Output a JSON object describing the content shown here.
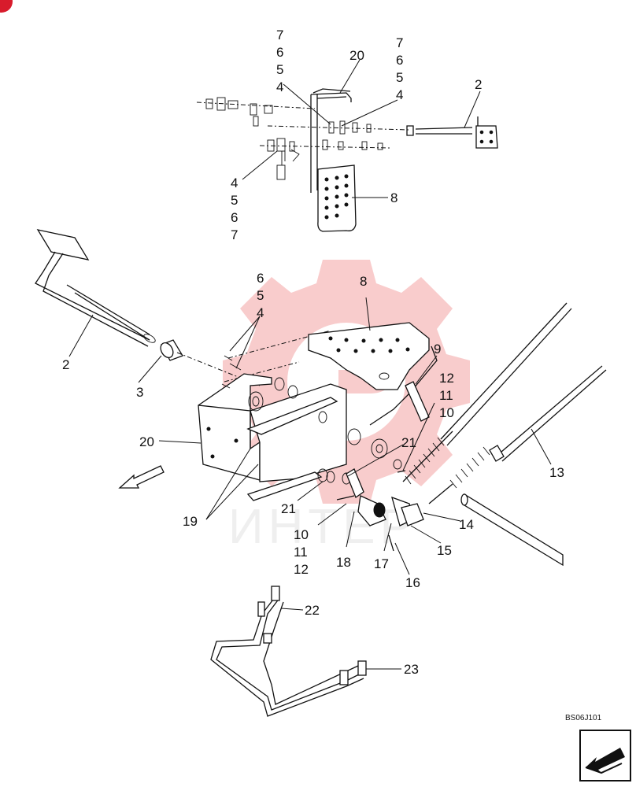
{
  "drawing_code": "BS06J101",
  "colors": {
    "watermark": "#f4a3a3",
    "ink": "#111111",
    "badge": "#d81b2c"
  },
  "icons": {
    "corner_badge": "red-dot",
    "navigation": "arrow-box-icon",
    "direction": "direction-arrow"
  },
  "callouts": {
    "top_left_7": "7",
    "top_left_6": "6",
    "top_left_5": "5",
    "top_left_4": "4",
    "top_right_7": "7",
    "top_right_6": "6",
    "top_right_5": "5",
    "top_right_4": "4",
    "top_20": "20",
    "top_2": "2",
    "top_8": "8",
    "left_4": "4",
    "left_5": "5",
    "left_6": "6",
    "left_7": "7",
    "mid_6": "6",
    "mid_5": "5",
    "mid_4": "4",
    "mid_8": "8",
    "mid_9": "9",
    "pedal_2": "2",
    "bushing_3": "3",
    "bracket_20": "20",
    "stop_19": "19",
    "r_12": "12",
    "r_11": "11",
    "r_10": "10",
    "mid_21": "21",
    "low_21": "21",
    "low_10": "10",
    "low_11": "11",
    "low_12": "12",
    "p18": "18",
    "p17": "17",
    "p16": "16",
    "p15": "15",
    "p14": "14",
    "p13": "13",
    "p22": "22",
    "p23": "23"
  }
}
